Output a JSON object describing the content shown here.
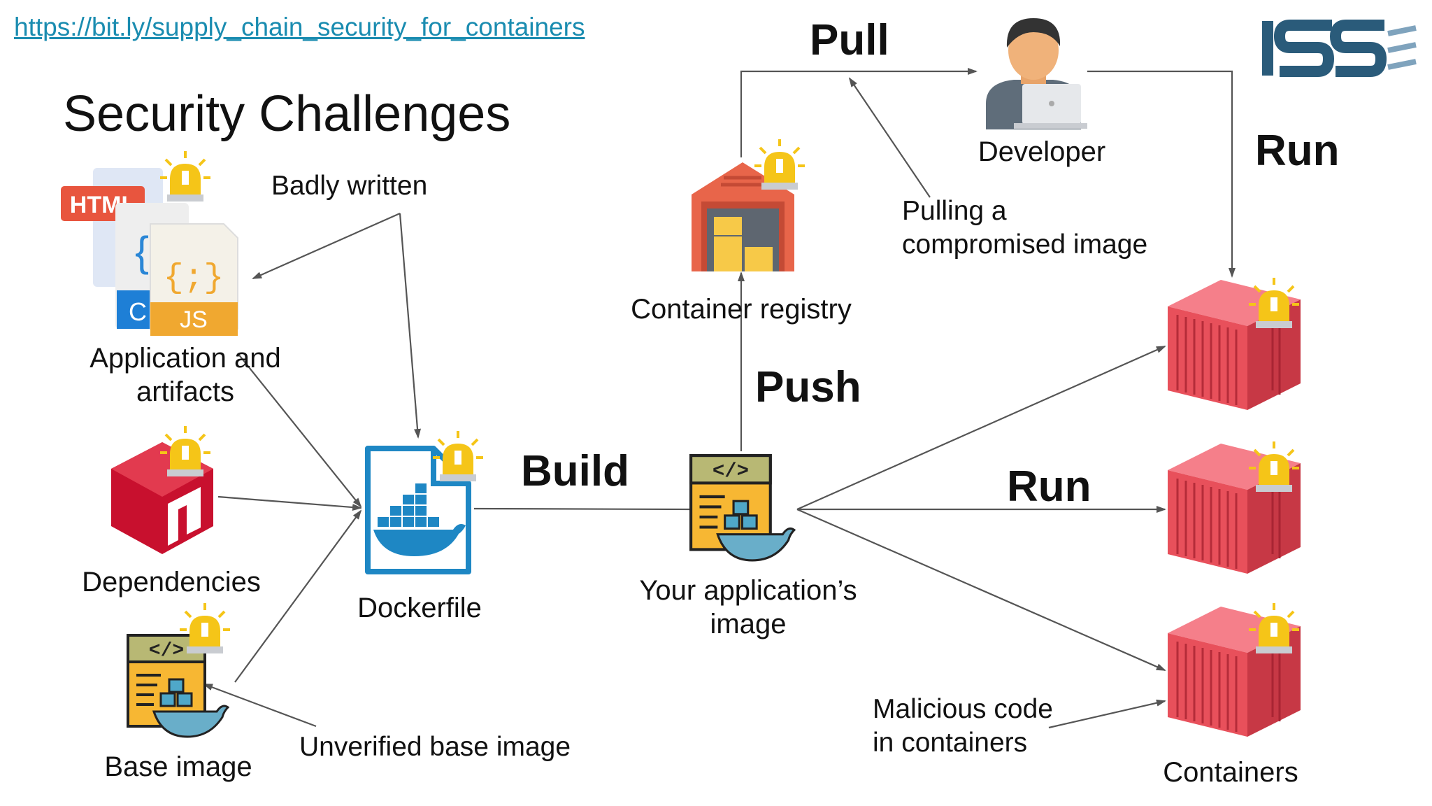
{
  "header": {
    "url": "https://bit.ly/supply_chain_security_for_containers",
    "title": "Security Challenges",
    "logo_text": "ISS"
  },
  "nodes": {
    "app_artifacts": [
      "Application and",
      "artifacts"
    ],
    "dependencies": "Dependencies",
    "base_image": "Base image",
    "dockerfile": "Dockerfile",
    "your_image": [
      "Your application’s",
      "image"
    ],
    "registry": "Container registry",
    "developer": "Developer",
    "containers": "Containers"
  },
  "icons": {
    "html_badge": "HTML",
    "css_badge": "C",
    "js_badge": "JS",
    "code_glyph": "</>",
    "brace_glyph": "{",
    "js_glyph": "{;}"
  },
  "steps": {
    "build": "Build",
    "push": "Push",
    "pull": "Pull",
    "run_top": "Run",
    "run_mid": "Run"
  },
  "annotations": {
    "badly_written": "Badly written",
    "unverified_base": "Unverified base image",
    "pulling": [
      "Pulling a",
      "compromised image"
    ],
    "malicious": [
      "Malicious code",
      "in containers"
    ]
  },
  "colors": {
    "url": "#1a8cb0",
    "arrow": "#555555",
    "alert": "#f5c518",
    "container": "#e8505b",
    "registry": "#e8654a",
    "docker": "#1e87c4",
    "logo": "#2a5b7a"
  }
}
